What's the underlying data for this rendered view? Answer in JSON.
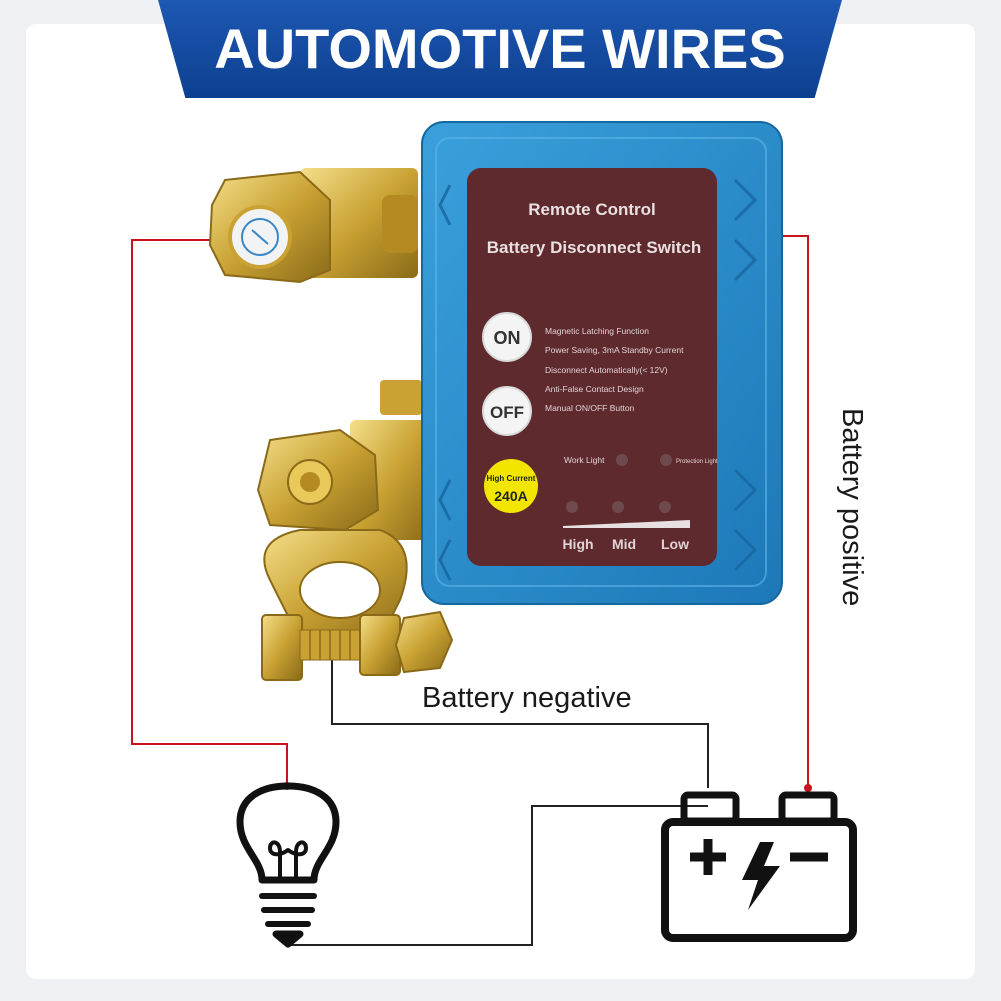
{
  "banner": {
    "title": "AUTOMOTIVE WIRES"
  },
  "device": {
    "title_line1": "Remote Control",
    "title_line2": "Battery Disconnect Switch",
    "on_button": "ON",
    "off_button": "OFF",
    "features": [
      "Magnetic Latching Function",
      "Power Saving, 3mA Standby Current",
      "Disconnect Automatically(< 12V)",
      "Anti-False Contact Design",
      "Manual ON/OFF Button"
    ],
    "work_light": "Work Light",
    "protection_light": "Protection Light",
    "badge_line1": "High Current",
    "badge_line2": "240A",
    "levels": [
      "High",
      "Mid",
      "Low"
    ]
  },
  "labels": {
    "battery_negative": "Battery negative",
    "battery_positive": "Battery positive"
  },
  "colors": {
    "banner_blue": "#1d58b3",
    "device_blue": "#2e8cc8",
    "panel_maroon": "#5e2a2e",
    "wire_red": "#c8141e",
    "wire_black": "#222222",
    "brass": "#c9a233"
  },
  "icons": {
    "bulb": "light-bulb-icon",
    "battery": "battery-icon"
  }
}
